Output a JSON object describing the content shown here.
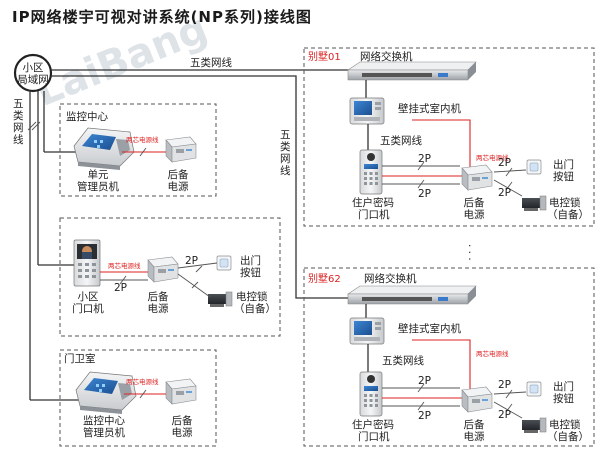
{
  "title": "IP网络楼宇可视对讲系统(NP系列)接线图",
  "watermark": "LaiBang",
  "network": {
    "label_line1": "小区",
    "label_line2": "局域网",
    "cable_top": "五类网线",
    "cable_left": [
      "五",
      "类",
      "网",
      "线"
    ],
    "cable_mid": [
      "五",
      "类",
      "网",
      "线"
    ]
  },
  "monitor_center": {
    "title": "监控中心",
    "device_label": [
      "单元",
      "管理员机"
    ],
    "power_label": [
      "后备",
      "电源"
    ],
    "wire_label": "两芯电源线"
  },
  "entrance": {
    "device_label": [
      "小区",
      "门口机"
    ],
    "power_label": [
      "后备",
      "电源"
    ],
    "wire_label": "两芯电源线",
    "wire_2p_a": "2P",
    "wire_2p_b": "2P",
    "exit_button": [
      "出门",
      "按钮"
    ],
    "lock": [
      "电控锁",
      "（自备）"
    ]
  },
  "guard_room": {
    "title": "门卫室",
    "device_label": [
      "监控中心",
      "管理员机"
    ],
    "power_label": [
      "后备",
      "电源"
    ],
    "wire_label": "两芯电源线"
  },
  "villas": [
    {
      "name": "别墅01",
      "switch": "网络交换机",
      "indoor": "壁挂式室内机",
      "cable": "五类网线",
      "wire_label": "两芯电源线",
      "p_top": "2P",
      "p_bottom": "2P",
      "p_right_a": "2P",
      "p_right_b": "2P",
      "doorphone": [
        "住户密码",
        "门口机"
      ],
      "power": [
        "后备",
        "电源"
      ],
      "exit_button": [
        "出门",
        "按钮"
      ],
      "lock": [
        "电控锁",
        "（自备）"
      ]
    },
    {
      "name": "别墅62",
      "switch": "网络交换机",
      "indoor": "壁挂式室内机",
      "cable": "五类网线",
      "wire_label": "两芯电源线",
      "p_top": "2P",
      "p_bottom": "2P",
      "p_right_a": "2P",
      "p_right_b": "2P",
      "doorphone": [
        "住户密码",
        "门口机"
      ],
      "power": [
        "后备",
        "电源"
      ],
      "exit_button": [
        "出门",
        "按钮"
      ],
      "lock": [
        "电控锁",
        "（自备）"
      ]
    }
  ],
  "ellipsis": "·  ·  ·",
  "colors": {
    "wire": "#333333",
    "power_wire": "#dd2222",
    "box": "#555555",
    "screen": "#2a6fb8"
  }
}
